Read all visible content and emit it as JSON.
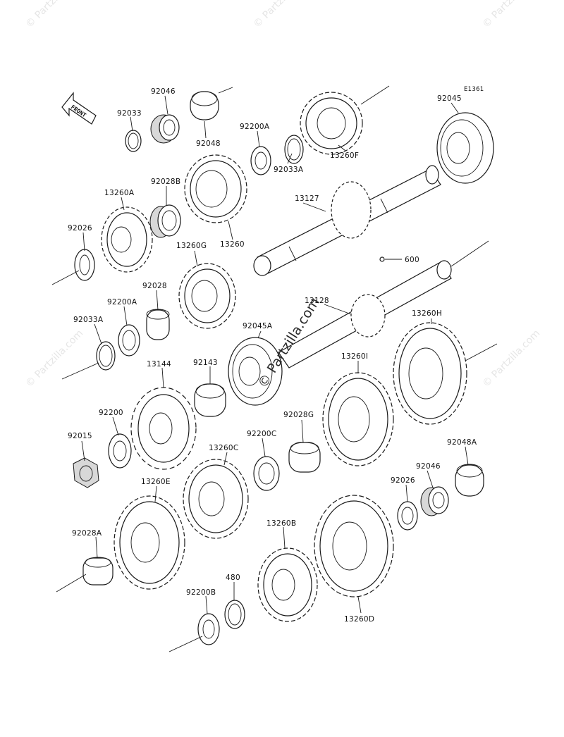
{
  "diagram_code": "E1361",
  "front_label": "FRONT",
  "watermark": "© Partzilla.com",
  "center_watermark": "© Partzilla.com",
  "parts": {
    "p92046_top": "92046",
    "p92048_top": "92048",
    "p92033": "92033",
    "p92200A_top": "92200A",
    "p92033A_top": "92033A",
    "p13260F": "13260F",
    "p92045": "92045",
    "p92028B": "92028B",
    "p13260A": "13260A",
    "p13127": "13127",
    "p13260": "13260",
    "p92026_left": "92026",
    "p13260G": "13260G",
    "p600": "600",
    "p92028": "92028",
    "p92200A_mid": "92200A",
    "p92033A_mid": "92033A",
    "p13128": "13128",
    "p13260H": "13260H",
    "p92045A": "92045A",
    "p13144": "13144",
    "p92143": "92143",
    "p13260I": "13260I",
    "p92200": "92200",
    "p92015": "92015",
    "p92028G": "92028G",
    "p92200C": "92200C",
    "p92048A": "92048A",
    "p13260C": "13260C",
    "p92046_right": "92046",
    "p92026_right": "92026",
    "p13260E": "13260E",
    "p92028A": "92028A",
    "p13260B": "13260B",
    "p480": "480",
    "p92200B": "92200B",
    "p13260D": "13260D"
  }
}
